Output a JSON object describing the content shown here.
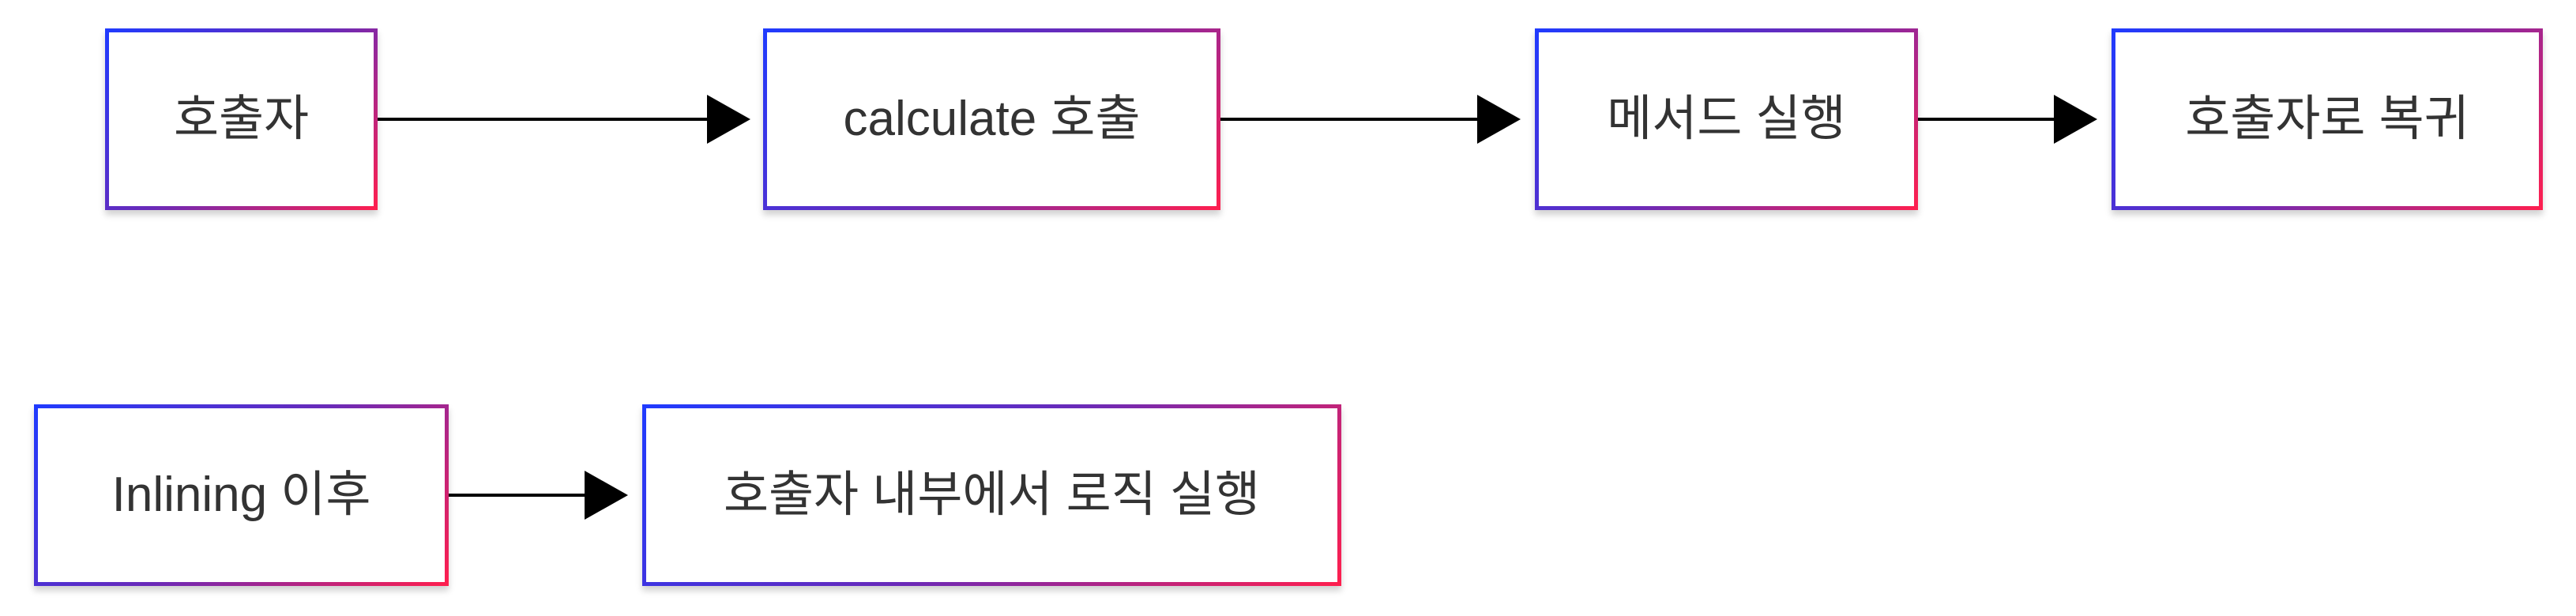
{
  "diagram": {
    "colors": {
      "border_start": "#1f3bff",
      "border_end": "#ff1f4e",
      "text": "#333333",
      "edge": "#000000"
    },
    "flows": [
      {
        "nodes": [
          "호출자",
          "calculate 호출",
          "메서드 실행",
          "호출자로 복귀"
        ]
      },
      {
        "nodes": [
          "Inlining 이후",
          "호출자 내부에서 로직 실행"
        ]
      }
    ]
  }
}
